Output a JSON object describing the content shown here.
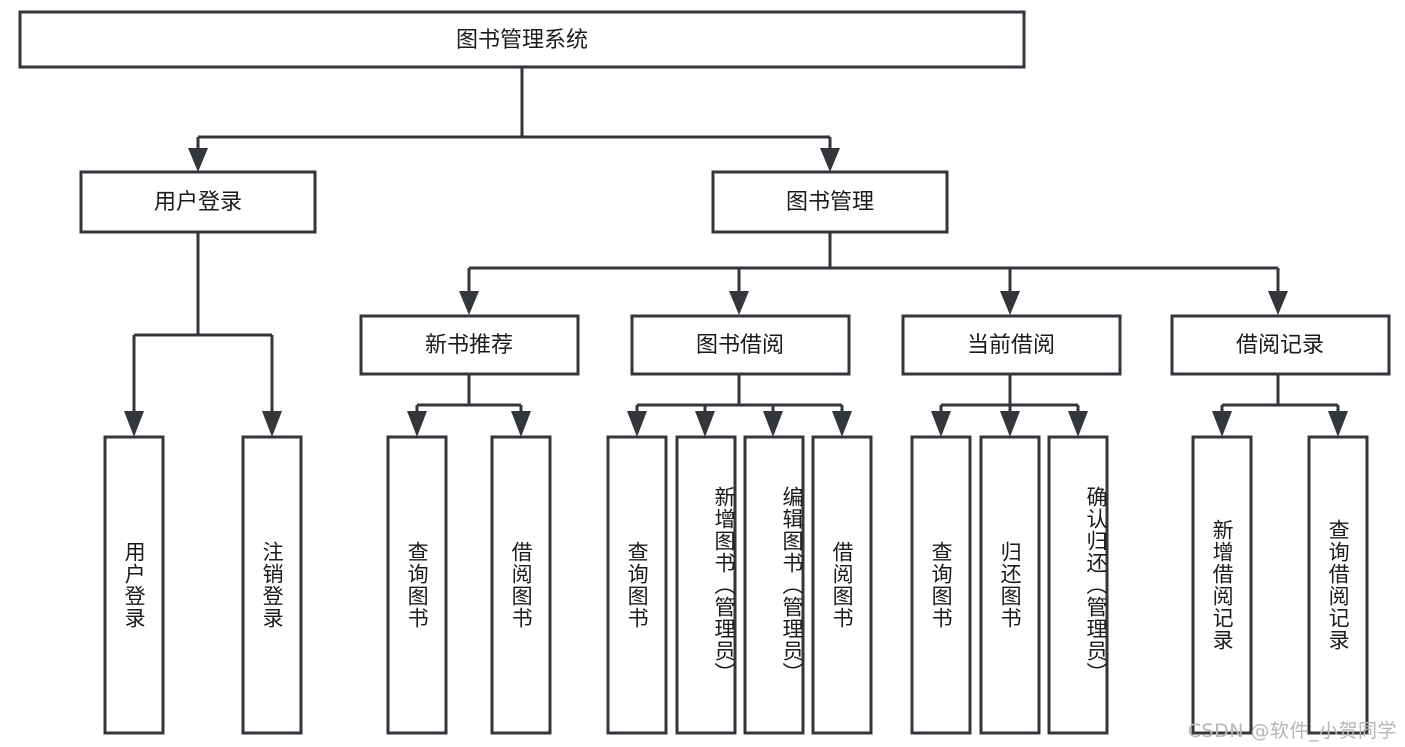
{
  "diagram": {
    "type": "tree-hierarchy-chart",
    "title_node": {
      "id": "root",
      "label": "图书管理系统"
    },
    "stroke_color": "#33363b",
    "fill_color": "#ffffff",
    "text_color": "#1b1b1b",
    "level2": [
      {
        "id": "user-login",
        "label": "用户登录"
      },
      {
        "id": "book-manage",
        "label": "图书管理"
      }
    ],
    "level3": [
      {
        "id": "new-book-recommend",
        "label": "新书推荐"
      },
      {
        "id": "book-borrow",
        "label": "图书借阅"
      },
      {
        "id": "current-borrow",
        "label": "当前借阅"
      },
      {
        "id": "borrow-record",
        "label": "借阅记录"
      }
    ],
    "leaves": [
      {
        "id": "leaf-user-login",
        "label": "用户登录",
        "parent": "user-login"
      },
      {
        "id": "leaf-logout-login",
        "label": "注销登录",
        "parent": "user-login"
      },
      {
        "id": "leaf-query-book-1",
        "label": "查询图书",
        "parent": "new-book-recommend"
      },
      {
        "id": "leaf-borrow-book-1",
        "label": "借阅图书",
        "parent": "new-book-recommend"
      },
      {
        "id": "leaf-query-book-2",
        "label": "查询图书",
        "parent": "book-borrow"
      },
      {
        "id": "leaf-add-book",
        "label": "新增图书（管理员）",
        "parent": "book-borrow"
      },
      {
        "id": "leaf-edit-book",
        "label": "编辑图书（管理员）",
        "parent": "book-borrow"
      },
      {
        "id": "leaf-borrow-book-2",
        "label": "借阅图书",
        "parent": "book-borrow"
      },
      {
        "id": "leaf-query-book-3",
        "label": "查询图书",
        "parent": "current-borrow"
      },
      {
        "id": "leaf-return-book",
        "label": "归还图书",
        "parent": "current-borrow"
      },
      {
        "id": "leaf-confirm-return",
        "label": "确认归还（管理员）",
        "parent": "current-borrow"
      },
      {
        "id": "leaf-add-record",
        "label": "新增借阅记录",
        "parent": "borrow-record"
      },
      {
        "id": "leaf-query-record",
        "label": "查询借阅记录",
        "parent": "borrow-record"
      }
    ]
  },
  "watermark": {
    "text": "CSDN @软件_小贺同学"
  }
}
